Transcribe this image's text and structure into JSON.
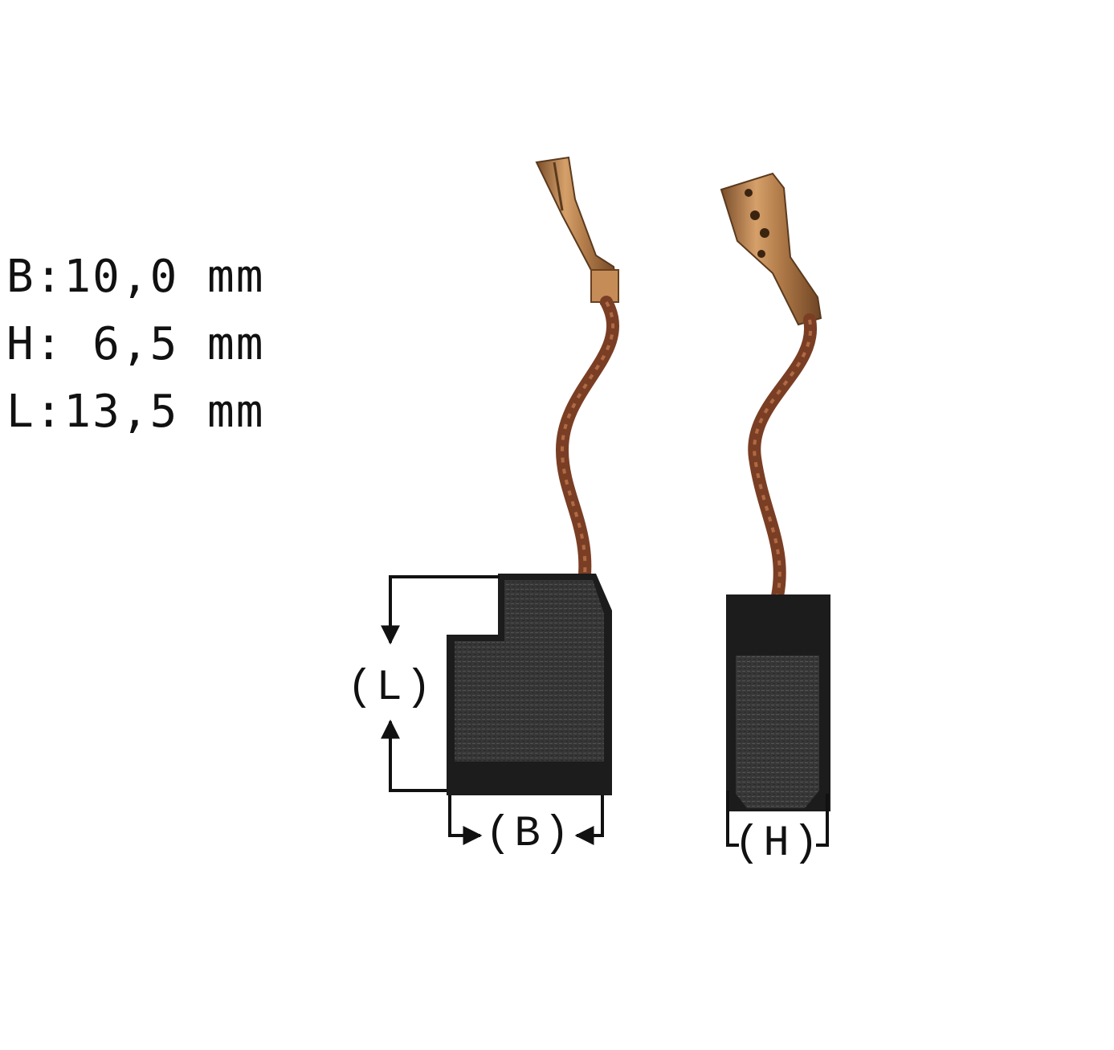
{
  "specs": {
    "b": "B:10,0 mm",
    "h": "H: 6,5 mm",
    "l": "L:13,5 mm"
  },
  "labels": {
    "l": "(L)",
    "b": "(B)",
    "h": "(H)"
  },
  "colors": {
    "background": "#ffffff",
    "carbon": "#1c1c1c",
    "carbon_face": "#3c3c3c",
    "copper_wire": "#8a4a2e",
    "brass_connector": "#b07a48",
    "annotation": "#111111"
  }
}
